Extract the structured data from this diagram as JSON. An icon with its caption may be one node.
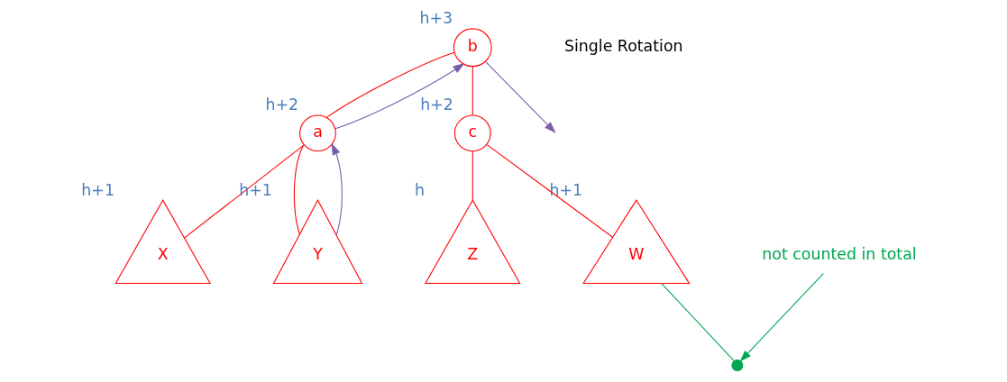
{
  "diagram": {
    "nodes": [
      {
        "text": [
          "b"
        ],
        "beside": [
          "h+3"
        ]
      },
      {
        "text": [
          "a"
        ],
        "beside": [
          "h+2"
        ]
      },
      {
        "text": [
          "c"
        ],
        "beside": [
          "h+2"
        ]
      },
      {
        "text": [
          "X"
        ],
        "beside": [
          "h+1"
        ]
      },
      {
        "text": [
          "Y"
        ],
        "beside": [
          "h+1"
        ]
      },
      {
        "text": [
          "Z"
        ],
        "beside": [
          "h"
        ]
      },
      {
        "text": [
          "W"
        ],
        "beside": [
          "h+1"
        ]
      },
      {
        "text": [],
        "shape": "circle"
      },
      {
        "text": [
          "not counted in total"
        ]
      }
    ],
    "edges": [
      {
        "from": 0,
        "to": 1,
        "arrow": "none"
      },
      {
        "from": 0,
        "to": 2,
        "arrow": "none"
      },
      {
        "from": 1,
        "to": 3,
        "arrow": "none"
      },
      {
        "from": 1,
        "to": 4,
        "arrow": "none"
      },
      {
        "from": 2,
        "to": 5,
        "arrow": "none"
      },
      {
        "from": 2,
        "to": 6,
        "arrow": "none"
      },
      {
        "from": 4,
        "to": 1,
        "arrow": "to",
        "color": "#7b5ea7"
      },
      {
        "from": 1,
        "to": 0,
        "arrow": "to",
        "color": "#7b5ea7"
      },
      {
        "from": 0,
        "to": null,
        "arrow": "to",
        "color": "#7b5ea7"
      },
      {
        "from": 6,
        "to": 7,
        "arrow": "none",
        "color": "#00a651"
      },
      {
        "from": 8,
        "to": 7,
        "arrow": "to",
        "color": "#00a651"
      }
    ],
    "labels": [
      "Single Rotation"
    ]
  }
}
